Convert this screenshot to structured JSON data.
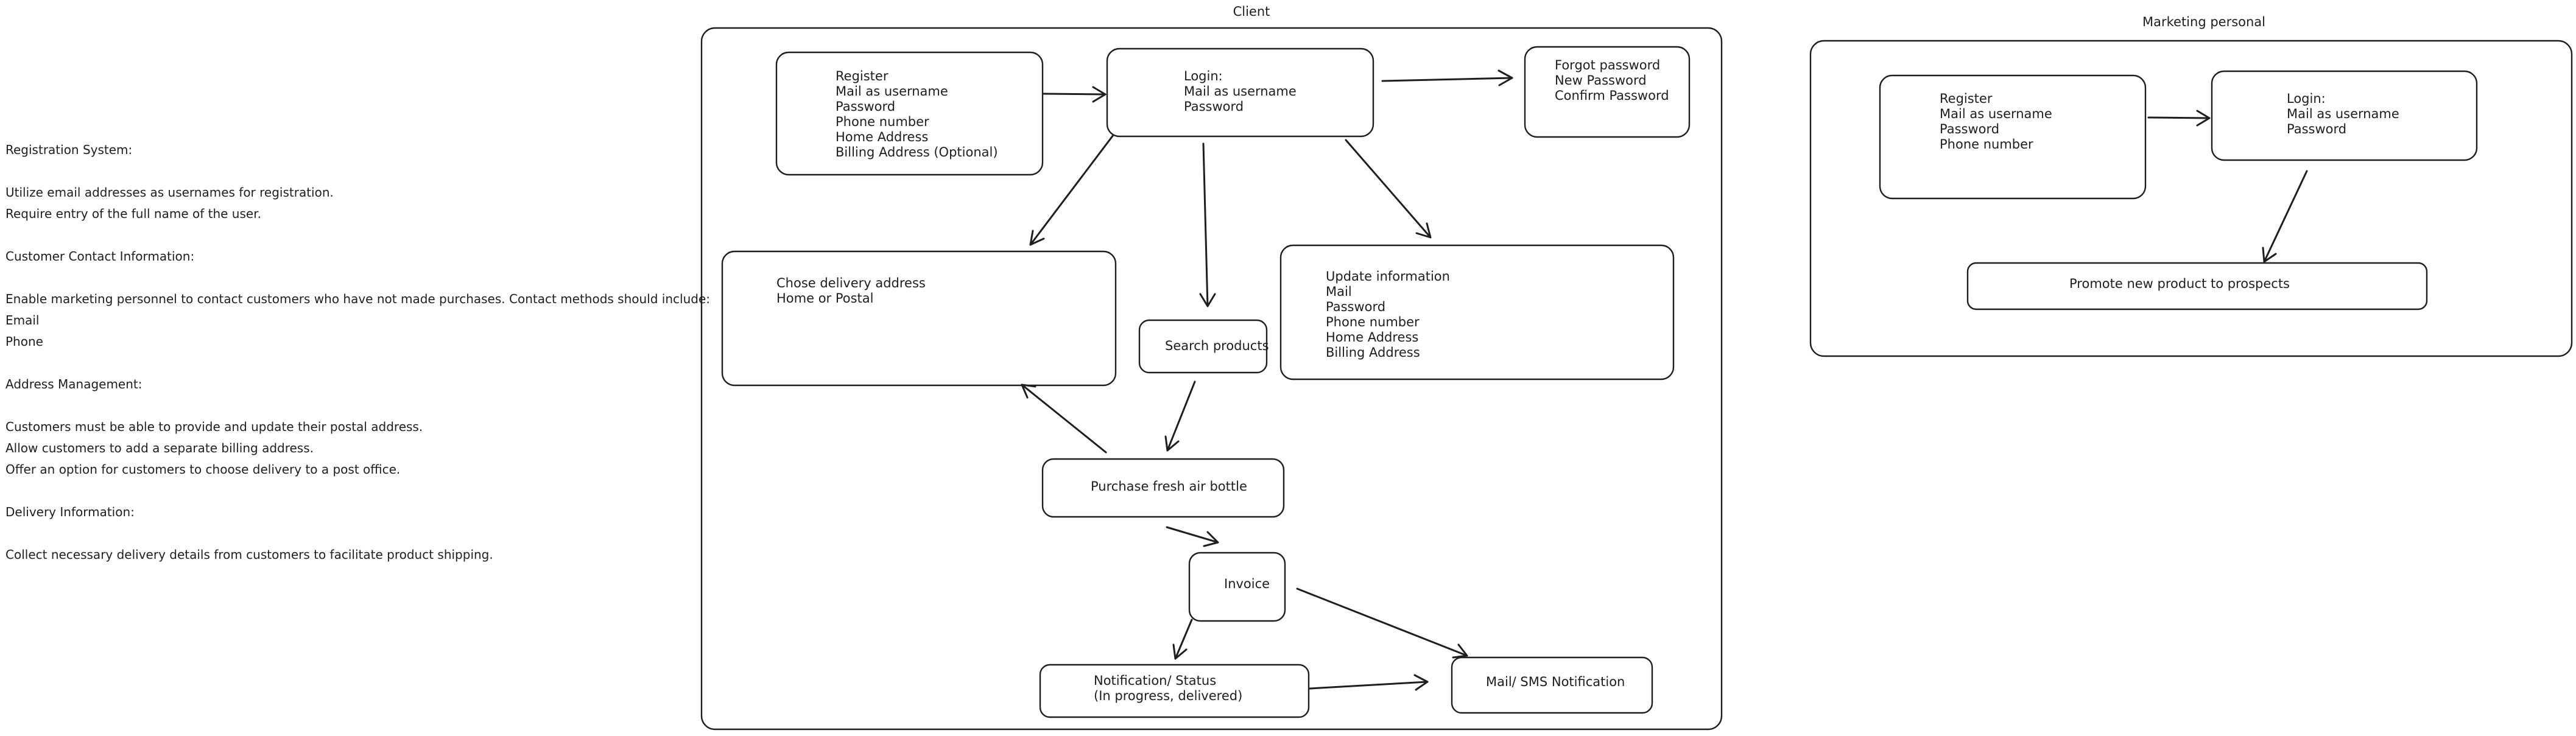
{
  "notes": [
    "Registration System:",
    "",
    "Utilize email addresses as usernames for registration.",
    "Require entry of the full name of the user.",
    "",
    "Customer Contact Information:",
    "",
    "Enable marketing personnel to contact customers who have not made purchases. Contact methods should include:",
    "Email",
    "Phone",
    "",
    "Address Management:",
    "",
    "Customers must be able to provide and update their postal address.",
    "Allow customers to add a separate billing address.",
    "Offer an option for customers to choose delivery to a post office.",
    "",
    "Delivery Information:",
    "",
    "Collect necessary delivery details from customers to facilitate product shipping."
  ],
  "client": {
    "title": "Client",
    "boxes": [
      {
        "id": "register",
        "lines": [
          "Register",
          "Mail as username",
          "Password",
          "Phone number",
          "Home Address",
          "Billing Address (Optional)"
        ]
      },
      {
        "id": "login",
        "lines": [
          "Login:",
          "Mail as username",
          "Password"
        ]
      },
      {
        "id": "forgot",
        "lines": [
          "Forgot password",
          "New Password",
          "Confirm Password"
        ]
      },
      {
        "id": "delivery",
        "lines": [
          "Chose delivery address",
          "Home or Postal"
        ]
      },
      {
        "id": "search",
        "lines": [
          "Search products"
        ]
      },
      {
        "id": "update",
        "lines": [
          "Update information",
          "Mail",
          "Password",
          "Phone number",
          "Home Address",
          "Billing Address"
        ]
      },
      {
        "id": "purchase",
        "lines": [
          "Purchase fresh air bottle"
        ]
      },
      {
        "id": "invoice",
        "lines": [
          "Invoice"
        ]
      },
      {
        "id": "notification",
        "lines": [
          "Notification/ Status",
          " (In progress, delivered)"
        ]
      },
      {
        "id": "mailsms",
        "lines": [
          "Mail/ SMS Notification"
        ]
      }
    ]
  },
  "marketing": {
    "title": "Marketing personal",
    "boxes": [
      {
        "id": "register",
        "lines": [
          "Register",
          "Mail as username",
          "Password",
          "Phone number"
        ]
      },
      {
        "id": "login",
        "lines": [
          "Login:",
          "Mail as username",
          "Password"
        ]
      },
      {
        "id": "promote",
        "lines": [
          "Promote new product to prospects"
        ]
      }
    ]
  }
}
